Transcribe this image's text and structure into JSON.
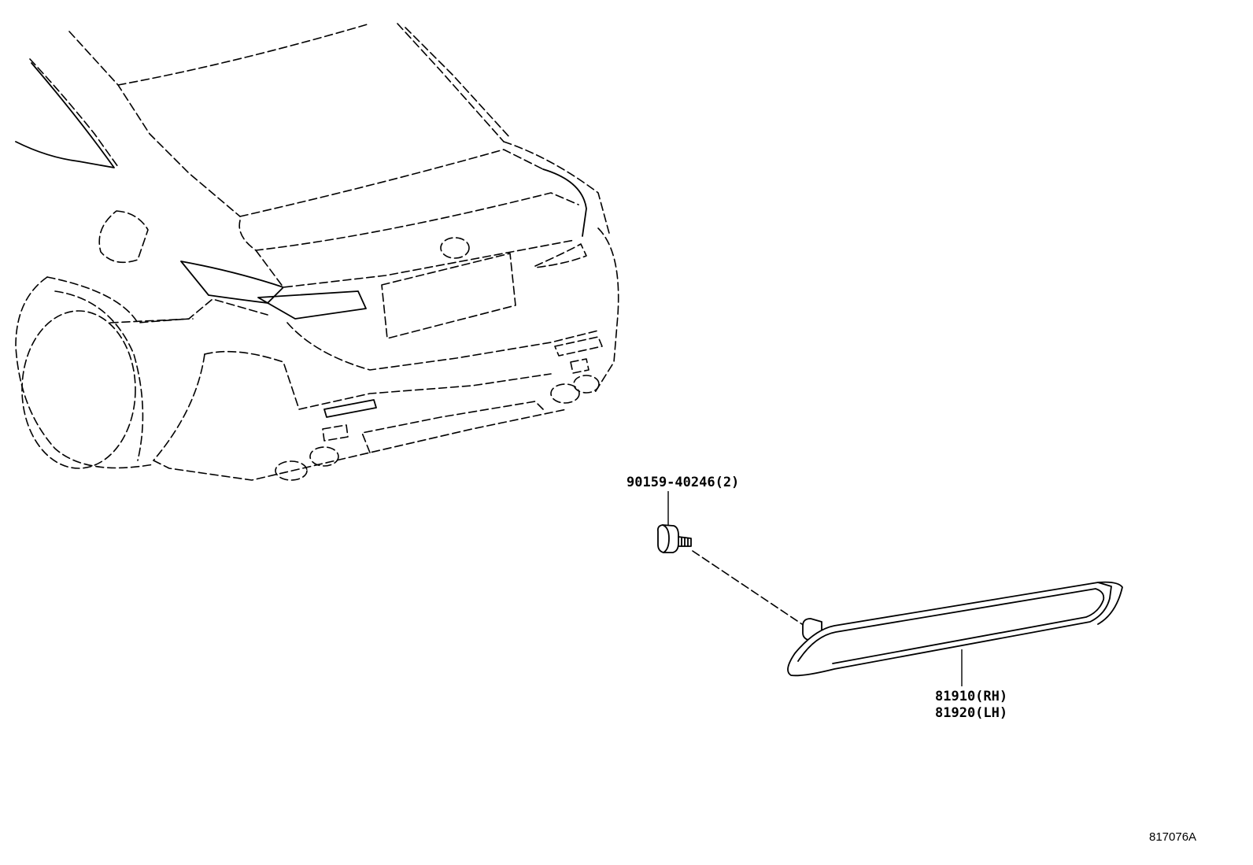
{
  "callouts": {
    "bolt": "90159-40246(2)",
    "reflector_rh": "81910(RH)",
    "reflector_lh": "81920(LH)"
  },
  "illustration_code": "817076A"
}
